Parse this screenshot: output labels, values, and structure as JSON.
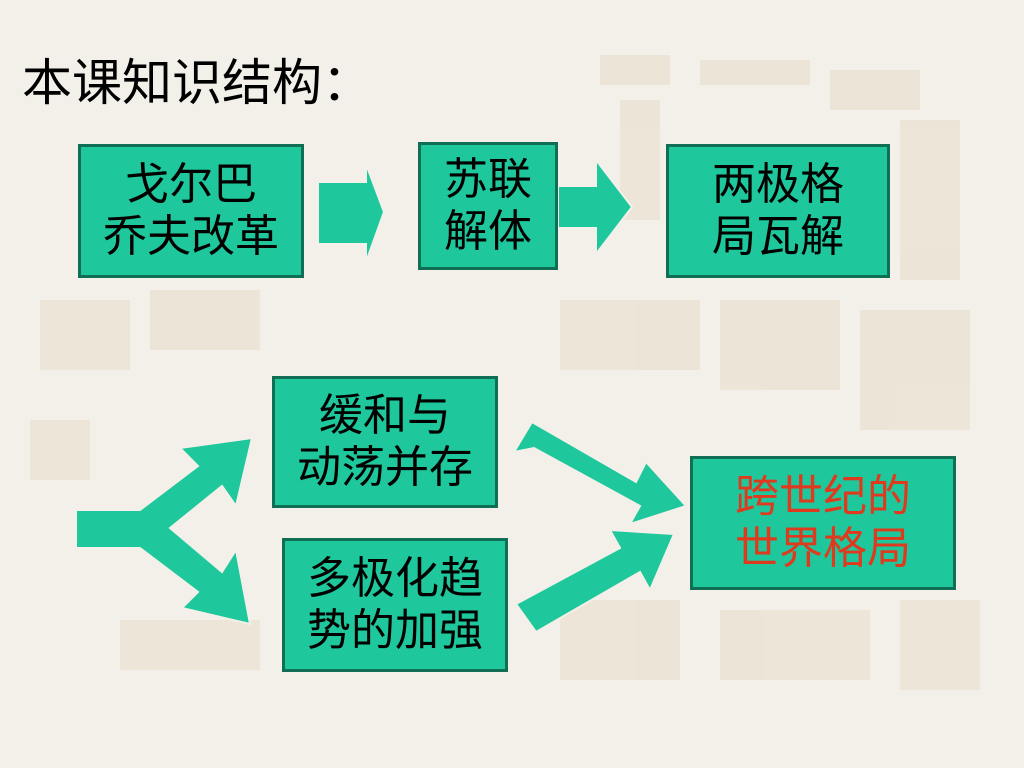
{
  "title": "本课知识结构：",
  "colors": {
    "box_fill": "#1fc79c",
    "box_border": "#0f6e54",
    "arrow_fill": "#1fc79c",
    "highlight_text": "#e03a1e",
    "background": "#f3f0ea"
  },
  "nodes": {
    "gorbachev_reform": {
      "line1": "戈尔巴",
      "line2": "乔夫改革"
    },
    "soviet_collapse": {
      "line1": "苏联",
      "line2": "解体"
    },
    "bipolar_collapse": {
      "line1": "两极格",
      "line2": "局瓦解"
    },
    "detente_turmoil": {
      "line1": "缓和与",
      "line2": "动荡并存"
    },
    "multipolar_trend": {
      "line1": "多极化趋",
      "line2": "势的加强"
    },
    "world_pattern": {
      "line1": "跨世纪的",
      "line2": "世界格局"
    }
  },
  "edges": [
    {
      "from": "gorbachev_reform",
      "to": "soviet_collapse"
    },
    {
      "from": "soviet_collapse",
      "to": "bipolar_collapse"
    },
    {
      "from": "split",
      "to": "detente_turmoil"
    },
    {
      "from": "split",
      "to": "multipolar_trend"
    },
    {
      "from": "detente_turmoil",
      "to": "world_pattern"
    },
    {
      "from": "multipolar_trend",
      "to": "world_pattern"
    }
  ]
}
